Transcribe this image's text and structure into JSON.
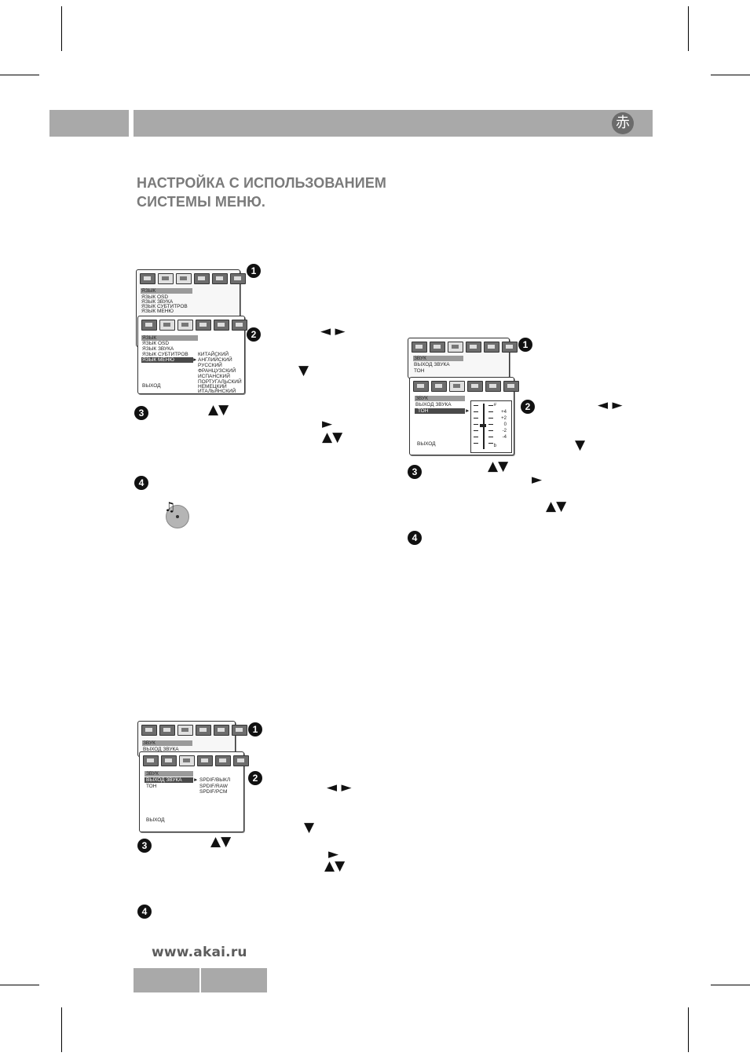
{
  "header": {
    "logo_glyph": "赤"
  },
  "title": {
    "line1": "НАСТРОЙКА С ИСПОЛЬЗОВАНИЕМ",
    "line2": "СИСТЕМЫ МЕНЮ."
  },
  "steps": {
    "s1": "1",
    "s2": "2",
    "s3": "3",
    "s4": "4"
  },
  "arrows": {
    "left_right": "◄ ►",
    "down": "▼",
    "up_down": "▲▼",
    "right": "►"
  },
  "menu_language": {
    "back": {
      "header": "ЯЗЫК",
      "items": [
        "ЯЗЫК OSD",
        "ЯЗЫК ЗВУКА",
        "ЯЗЫК СУБТИТРОВ",
        "ЯЗЫК МЕНЮ"
      ]
    },
    "front": {
      "header": "ЯЗЫК",
      "items": [
        "ЯЗЫК OSD",
        "ЯЗЫК ЗВУКА",
        "ЯЗЫК СУБТИТРОВ",
        "ЯЗЫК МЕНЮ"
      ],
      "options": [
        "КИТАЙСКИЙ",
        "АНГЛИЙСКИЙ",
        "РУССКИЙ",
        "ФРАНЦУЗСКИЙ",
        "ИСПАНСКИЙ",
        "ПОРТУГАЛЬСКИЙ",
        "НЕМЕЦКИЙ",
        "ИТАЛЬЯНСКИЙ"
      ],
      "exit": "ВЫХОД"
    }
  },
  "menu_tone": {
    "back": {
      "header": "ЗВУК",
      "items": [
        "ВЫХОД   ЗВУКА",
        "ТОН"
      ]
    },
    "front": {
      "header": "ЗВУК",
      "items": [
        "ВЫХОД   ЗВУКА",
        "ТОН"
      ],
      "scale": [
        "#",
        "+4",
        "+2",
        "0",
        "-2",
        "-4",
        "b"
      ],
      "exit": "ВЫХОД"
    }
  },
  "menu_audio_out": {
    "back": {
      "header": "ЗВУК",
      "items": [
        "ВЫХОД   ЗВУКА"
      ]
    },
    "front": {
      "header": "ЗВУК",
      "items": [
        "ВЫХОД   ЗВУКА",
        "ТОН"
      ],
      "options": [
        "SPDIF/ВЫКЛ",
        "SPDIF/RAW",
        "SPDIF/PCM"
      ],
      "exit": "ВЫХОД"
    }
  },
  "footer": {
    "url": "www.akai.ru"
  },
  "icons": {
    "music_disc": "music-disc-icon",
    "note_glyph": "♫"
  }
}
